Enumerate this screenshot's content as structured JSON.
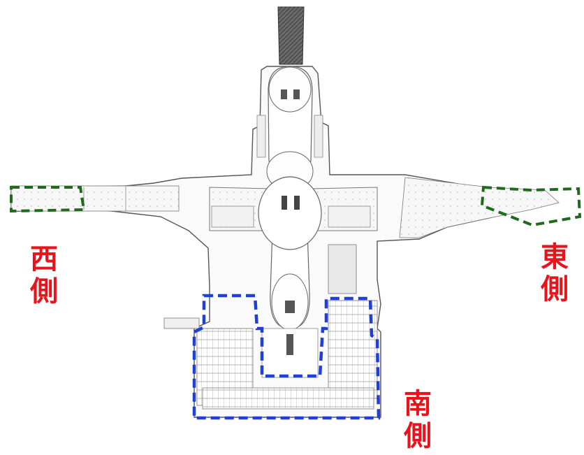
{
  "map": {
    "outline_color": "#555555",
    "zone_colors": {
      "west": "#1f6a1c",
      "east": "#1f6a1c",
      "south": "#1f3fd6"
    }
  },
  "labels": {
    "west": {
      "line1": "西",
      "line2": "側",
      "color": "#e8141b"
    },
    "east": {
      "line1": "東",
      "line2": "側",
      "color": "#e8141b"
    },
    "south": {
      "line1": "南",
      "line2": "側",
      "color": "#e8141b"
    }
  }
}
